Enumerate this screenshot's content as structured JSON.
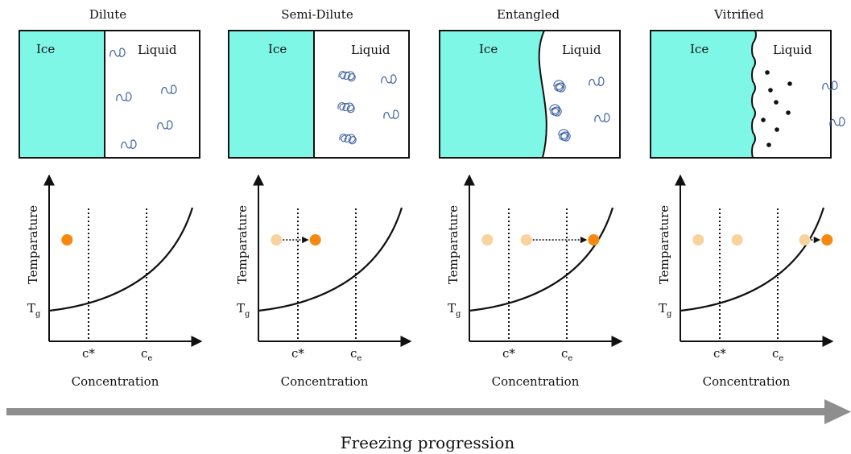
{
  "colors": {
    "ice": "#7ff7e6",
    "polymer": "#3d62a6",
    "dot_active": "#f6870f",
    "dot_faded": "#f9d29e",
    "arrow_gray": "#8e8e8e",
    "ink": "#111111"
  },
  "labels": {
    "ice": "Ice",
    "liquid": "Liquid",
    "y_axis": "Temparature",
    "x_axis": "Concentration",
    "tg": "T",
    "tg_sub": "g",
    "c_star": "c*",
    "c_e": "c",
    "c_e_sub": "e",
    "progression": "Freezing progression"
  },
  "stages": [
    {
      "title": "Dilute",
      "interface": "straight",
      "liquid_content": "coils",
      "dots": [
        {
          "x": 0.12,
          "state": "active"
        }
      ],
      "arrows": []
    },
    {
      "title": "Semi-Dilute",
      "interface": "straight",
      "liquid_content": "tangles",
      "dots": [
        {
          "x": 0.12,
          "state": "faded"
        },
        {
          "x": 0.38,
          "state": "active"
        }
      ],
      "arrows": [
        [
          0,
          1
        ]
      ]
    },
    {
      "title": "Entangled",
      "interface": "wavy",
      "liquid_content": "dense-tangles",
      "dots": [
        {
          "x": 0.12,
          "state": "faded"
        },
        {
          "x": 0.38,
          "state": "faded"
        },
        {
          "x": 0.83,
          "state": "active"
        }
      ],
      "arrows": [
        [
          1,
          2
        ]
      ]
    },
    {
      "title": "Vitrified",
      "interface": "rough",
      "liquid_content": "particles",
      "dots": [
        {
          "x": 0.12,
          "state": "faded"
        },
        {
          "x": 0.38,
          "state": "faded"
        },
        {
          "x": 0.83,
          "state": "faded"
        },
        {
          "x": 0.98,
          "state": "active"
        }
      ],
      "arrows": [
        [
          2,
          3
        ]
      ]
    }
  ]
}
